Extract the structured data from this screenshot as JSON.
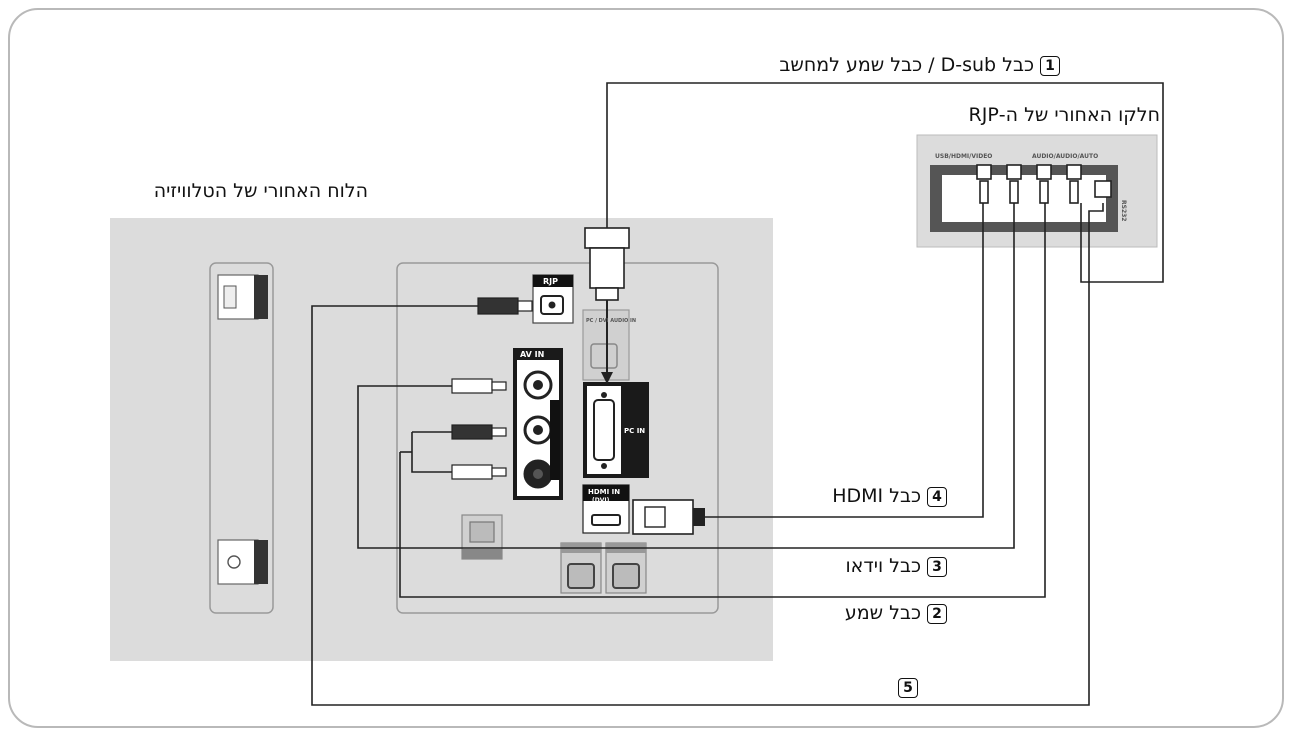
{
  "labels": {
    "dsub_cable": {
      "number": "1",
      "text": "כבל D-sub / כבל שמע למחשב"
    },
    "rjp_back": "חלקו האחורי של ה-RJP",
    "tv_back": "הלוח האחורי של הטלוויזיה",
    "hdmi_cable": {
      "number": "4",
      "text": "כבל HDMI"
    },
    "video_cable": {
      "number": "3",
      "text": "כבל וידאו"
    },
    "audio_cable": {
      "number": "2",
      "text": "כבל שמע"
    },
    "rjp_cable": {
      "number": "5",
      "text": ""
    }
  },
  "ports": {
    "rjp": "RJP",
    "av_in": "AV IN",
    "pc_in": "PC IN",
    "hdmi_in": "HDMI IN",
    "dvi": "(DVI)",
    "pc_dvi_audio": "PC / DVI AUDIO IN"
  },
  "rjp_panel": {
    "left_group": "USB/HDMI/VIDEO",
    "right_group": "AUDIO/AUDIO/AUTO",
    "side": "RS232"
  },
  "colors": {
    "panel_gray": "#dcdcdc",
    "outline": "#9a9a9a",
    "line": "#222222"
  }
}
